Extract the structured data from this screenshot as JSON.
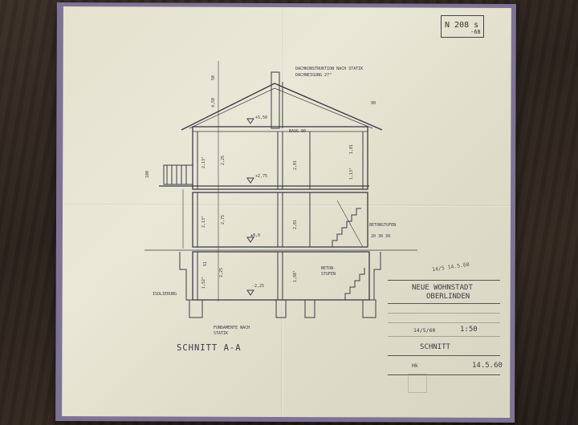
{
  "document": {
    "doc_number": "N 208 s",
    "doc_number_suffix": "-68",
    "roof_note_line1": "DACHKONSTRUKTION NACH STATIK",
    "roof_note_line2": "DACHNEIGUNG 27°",
    "roof_slope_dim": "90",
    "chimney_dim_top": "50",
    "chimney_dim_mid": "4,50",
    "level_top": "+5,50",
    "level_upper": "+2,75",
    "level_ground": "±0,0",
    "level_basement": "-2,25",
    "upper_room_height_left": "2,13⁵",
    "upper_room_height_right": "1,13⁵",
    "upper_floor_dim": "2,25",
    "upper_window_dim": "2,01",
    "upper_window_top": "1,01",
    "ground_room_height": "2,13⁵",
    "ground_floor_dim": "2,75",
    "ground_window_dim": "2,01",
    "basement_room_height": "1,52⁵",
    "basement_floor_dim": "2,25",
    "basement_window_dim": "1,88⁵",
    "top_beam_label": "BAUG 80",
    "dim_100": "100",
    "dim_51": "51",
    "stair_label_right": "BETONSTUFEN",
    "stair_label_inner_1": "BETON-",
    "stair_label_inner_2": "STUFEN",
    "stair_dims": "20 30 30",
    "insulation_label": "ISOLIERUNG",
    "foundation_label_1": "FUNDAMENTE NACH",
    "foundation_label_2": "STATIK",
    "section_title": "SCHNITT A-A"
  },
  "title_block": {
    "handwritten_note": "14/5 14.5.60",
    "project_line1": "NEUE WOHNSTADT",
    "project_line2": "OBERLINDEN",
    "date": "14/5/60",
    "scale": "1:50",
    "sheet_title": "SCHNITT",
    "drawn_by": "Hk",
    "drawn_date": "14.5.60"
  }
}
